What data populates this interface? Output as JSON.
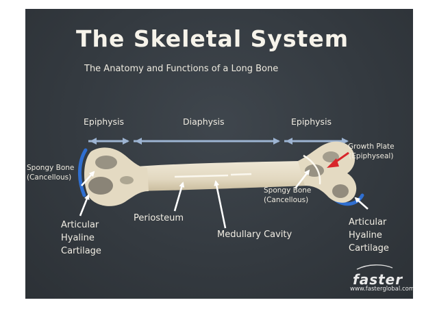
{
  "title": "The Skeletal System",
  "subtitle": "The Anatomy and Functions of a Long Bone",
  "regions": {
    "epiphysis_left": "Epiphysis",
    "diaphysis": "Diaphysis",
    "epiphysis_right": "Epiphysis"
  },
  "labels": {
    "spongy_bone_left": {
      "line1": "Spongy Bone",
      "line2": "(Cancellous)"
    },
    "spongy_bone_right": {
      "line1": "Spongy Bone",
      "line2": "(Cancellous)"
    },
    "growth_plate": {
      "line1": "Growth Plate",
      "line2": "(Epiphyseal)"
    },
    "periosteum": "Periosteum",
    "medullary_cavity": "Medullary Cavity",
    "articular_left": {
      "line1": "Articular",
      "line2": "Hyaline",
      "line3": "Cartilage"
    },
    "articular_right": {
      "line1": "Articular",
      "line2": "Hyaline",
      "line3": "Cartilage"
    }
  },
  "logo": {
    "name": "faster",
    "url": "www.fasterglobal.com"
  },
  "colors": {
    "background": "#363c42",
    "bone": "#e8e0cb",
    "cartilage": "#2f6fd1",
    "growth_plate_arrow": "#d8262b",
    "region_arrow": "#8aa6c8",
    "text": "#f4f1e8"
  }
}
